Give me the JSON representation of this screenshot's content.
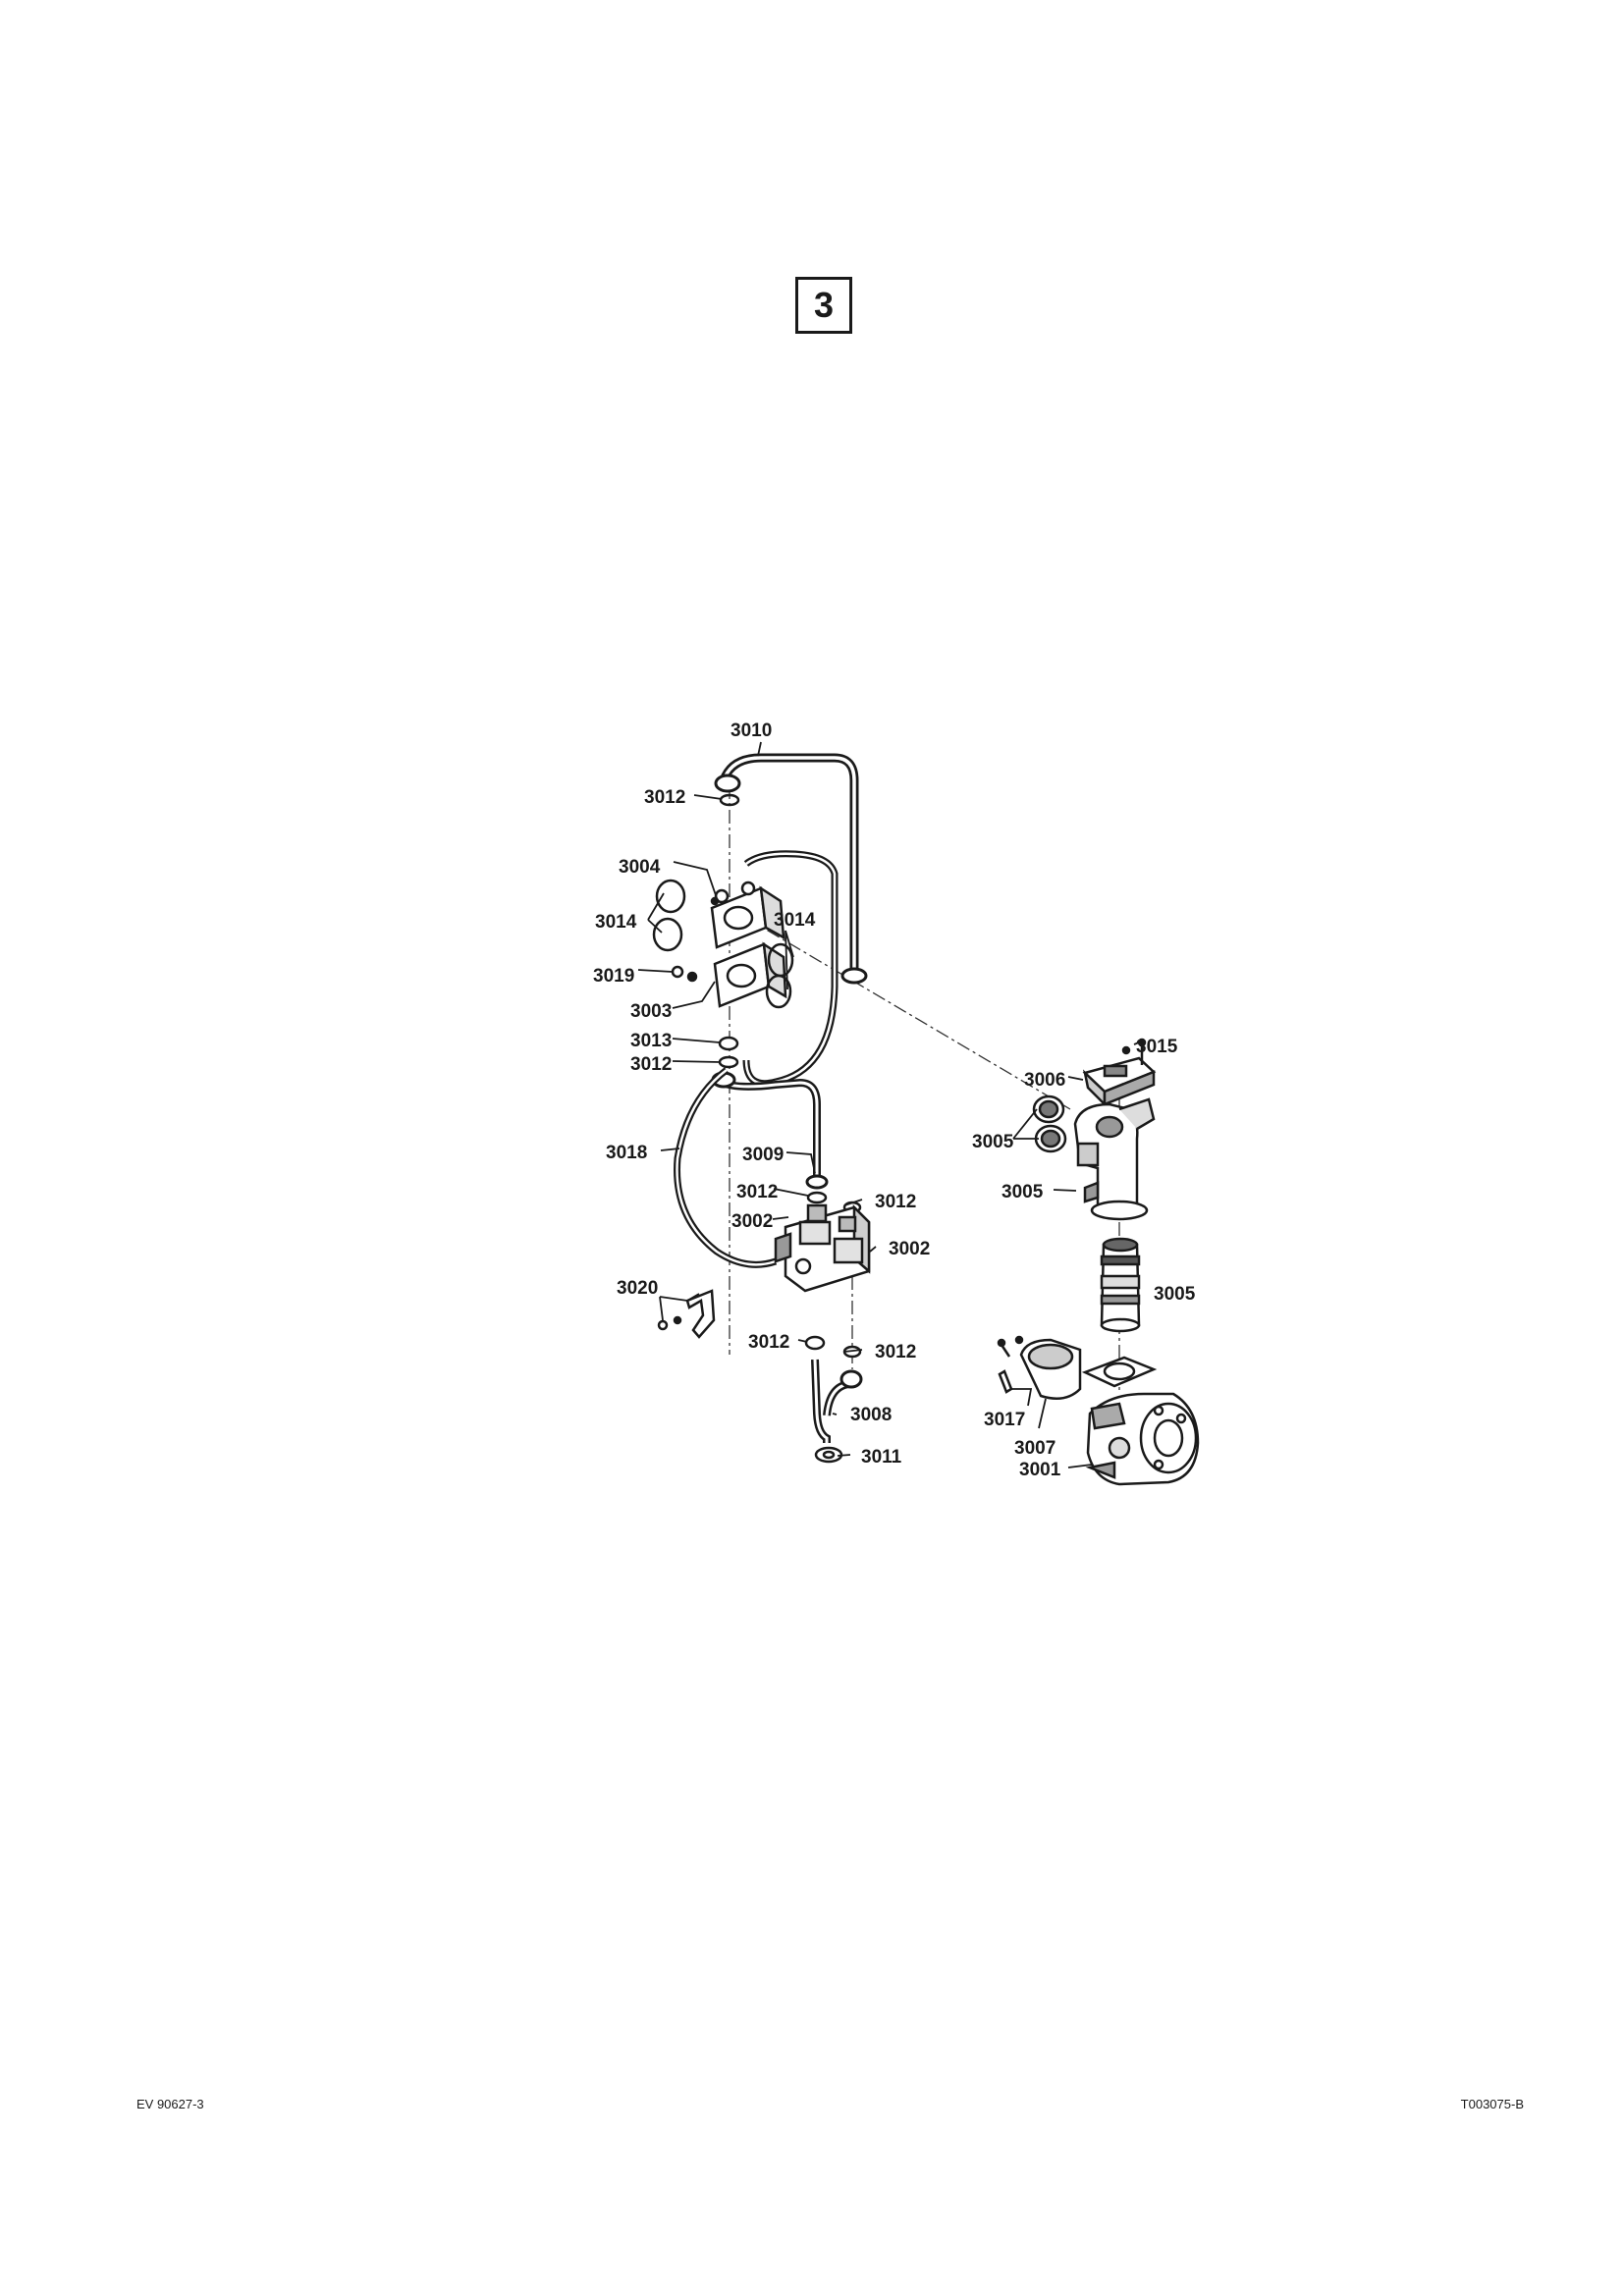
{
  "section_number": "3",
  "footer": {
    "left": "EV 90627-3",
    "right": "T003075-B"
  },
  "part_labels": {
    "p3010": "3010",
    "p3012_top": "3012",
    "p3004": "3004",
    "p3014_left": "3014",
    "p3014_right": "3014",
    "p3019": "3019",
    "p3003": "3003",
    "p3013": "3013",
    "p3012_b": "3012",
    "p3015": "3015",
    "p3006": "3006",
    "p3005_a": "3005",
    "p3005_b": "3005",
    "p3005_c": "3005",
    "p3018": "3018",
    "p3009": "3009",
    "p3012_c": "3012",
    "p3012_d": "3012",
    "p3002_left": "3002",
    "p3002_right": "3002",
    "p3020": "3020",
    "p3012_e": "3012",
    "p3012_f": "3012",
    "p3008": "3008",
    "p3011": "3011",
    "p3017": "3017",
    "p3007": "3007",
    "p3001": "3001"
  }
}
